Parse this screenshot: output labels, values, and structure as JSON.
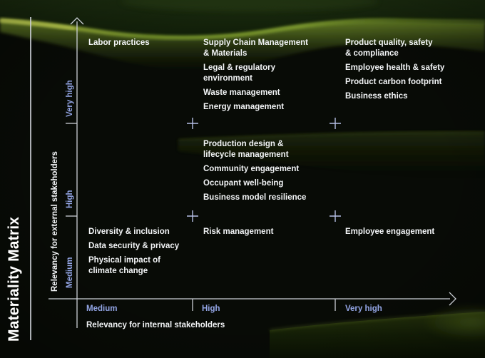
{
  "title": "Materiality Matrix",
  "axes": {
    "y_label": "Relevancy for external stakeholders",
    "x_label": "Relevancy for internal stakeholders",
    "y_ticks": [
      "Medium",
      "High",
      "Very high"
    ],
    "x_ticks": [
      "Medium",
      "High",
      "Very high"
    ]
  },
  "matrix": {
    "cells": [
      {
        "x": "Medium",
        "y": "Very high",
        "items": [
          [
            "Labor practices"
          ]
        ]
      },
      {
        "x": "High",
        "y": "Very high",
        "items": [
          [
            "Supply Chain Management",
            "& Materials"
          ],
          [
            "Legal & regulatory",
            "environment"
          ],
          [
            "Waste management"
          ],
          [
            "Energy management"
          ]
        ]
      },
      {
        "x": "Very high",
        "y": "Very high",
        "items": [
          [
            "Product quality, safety",
            "& compliance"
          ],
          [
            "Employee health & safety"
          ],
          [
            "Product carbon footprint"
          ],
          [
            "Business ethics"
          ]
        ]
      },
      {
        "x": "High",
        "y": "High",
        "items": [
          [
            "Production design &",
            "lifecycle management"
          ],
          [
            "Community engagement"
          ],
          [
            "Occupant well-being"
          ],
          [
            "Business model resilience"
          ]
        ]
      },
      {
        "x": "Medium",
        "y": "Medium",
        "items": [
          [
            "Diversity & inclusion"
          ],
          [
            "Data security & privacy"
          ],
          [
            "Physical impact of",
            "climate change"
          ]
        ]
      },
      {
        "x": "High",
        "y": "Medium",
        "items": [
          [
            "Risk management"
          ]
        ]
      },
      {
        "x": "Very high",
        "y": "Medium",
        "items": [
          [
            "Employee engagement"
          ]
        ]
      }
    ]
  },
  "chart_data": {
    "type": "table",
    "title": "Materiality Matrix",
    "xlabel": "Relevancy for internal stakeholders",
    "ylabel": "Relevancy for external stakeholders",
    "x_categories": [
      "Medium",
      "High",
      "Very high"
    ],
    "y_categories": [
      "Medium",
      "High",
      "Very high"
    ],
    "legend": "none",
    "grid": "cross markers at interior band intersections",
    "cells": [
      {
        "x": "Medium",
        "y": "Very high",
        "items": [
          "Labor practices"
        ]
      },
      {
        "x": "High",
        "y": "Very high",
        "items": [
          "Supply Chain Management & Materials",
          "Legal & regulatory environment",
          "Waste management",
          "Energy management"
        ]
      },
      {
        "x": "Very high",
        "y": "Very high",
        "items": [
          "Product quality, safety & compliance",
          "Employee health & safety",
          "Product carbon footprint",
          "Business ethics"
        ]
      },
      {
        "x": "High",
        "y": "High",
        "items": [
          "Production design & lifecycle management",
          "Community engagement",
          "Occupant well-being",
          "Business model resilience"
        ]
      },
      {
        "x": "Medium",
        "y": "Medium",
        "items": [
          "Diversity & inclusion",
          "Data security & privacy",
          "Physical impact of climate change"
        ]
      },
      {
        "x": "High",
        "y": "Medium",
        "items": [
          "Risk management"
        ]
      },
      {
        "x": "Very high",
        "y": "Medium",
        "items": [
          "Employee engagement"
        ]
      }
    ]
  },
  "colors": {
    "item_text": "#f3f5f7",
    "band_label": "#93a5e5",
    "axis_line": "#ccd0d6",
    "plus_marker": "#b6c0e6",
    "ridge_highlight": "#b5cc42",
    "hill_green": "#17250d"
  }
}
